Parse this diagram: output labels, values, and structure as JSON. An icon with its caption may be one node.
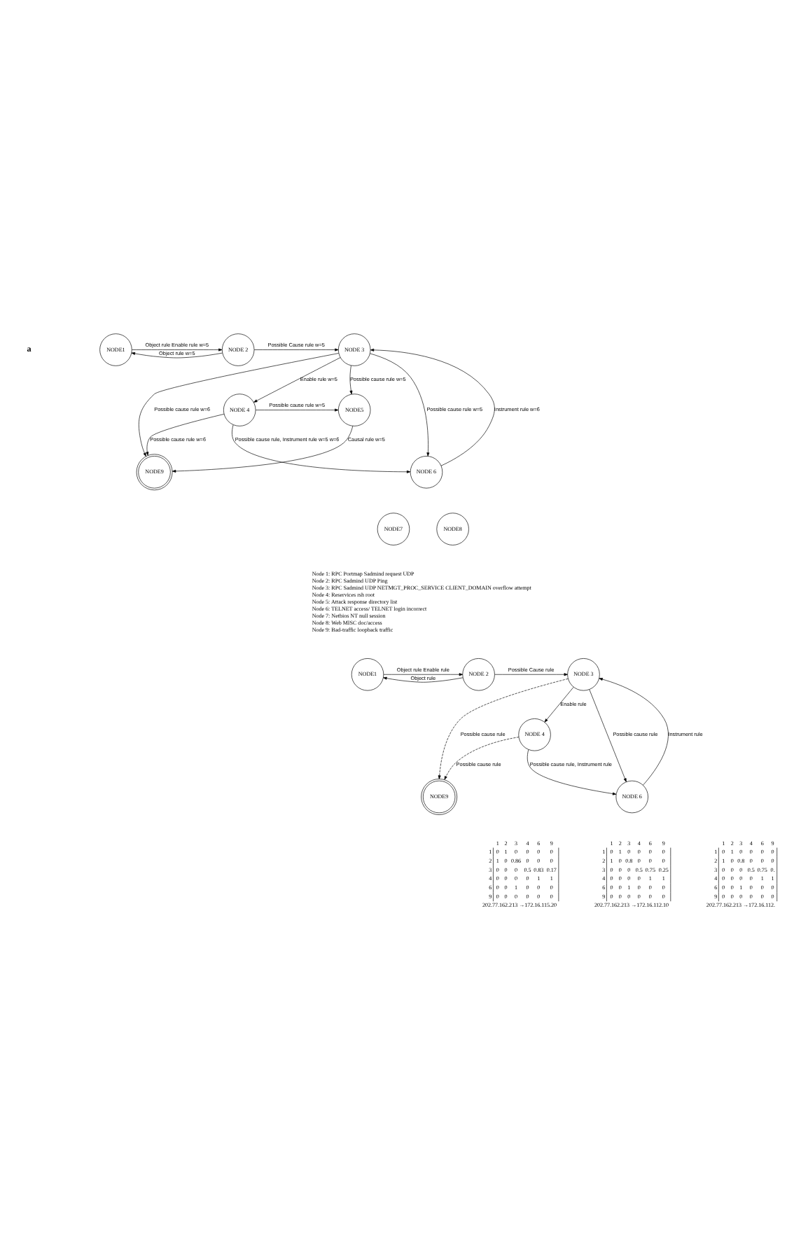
{
  "diagram": {
    "nodes": [
      {
        "text": [
          "NODE1"
        ]
      },
      {
        "text": [
          "NODE 2"
        ]
      },
      {
        "text": [
          "NODE 3"
        ]
      },
      {
        "text": [
          "NODE9"
        ]
      },
      {
        "text": [
          "NODE 4"
        ]
      },
      {
        "text": [
          "NODE5"
        ]
      },
      {
        "text": [
          "NODE 6"
        ]
      },
      {
        "text": [
          "NODE7"
        ]
      },
      {
        "text": [
          "NODE8"
        ]
      },
      {
        "text": [
          "NODE1"
        ]
      },
      {
        "text": [
          "NODE 2"
        ]
      },
      {
        "text": [
          "NODE 3"
        ]
      },
      {
        "text": [
          "NODE9"
        ]
      },
      {
        "text": [
          "NODE 4"
        ]
      },
      {
        "text": [
          "NODE 6"
        ]
      }
    ],
    "edges": [
      {
        "from": 1,
        "to": 0,
        "arrow": "to",
        "label": "Object rule w=5"
      },
      {
        "from": 0,
        "to": 1,
        "arrow": "to",
        "label": "Object rule Enable rule w=5"
      },
      {
        "from": 1,
        "to": 2,
        "arrow": "to",
        "label": "Possible Cause rule w=5"
      },
      {
        "from": 2,
        "to": 4,
        "arrow": "to",
        "label": "Enable rule w=5"
      },
      {
        "from": 2,
        "to": 3,
        "arrow": "to",
        "label": "Possible cause rule w=6"
      },
      {
        "from": 2,
        "to": 5,
        "arrow": "to",
        "label": "Possible cause rule w=5"
      },
      {
        "from": 2,
        "to": 6,
        "arrow": "to",
        "label": "Possible cause rule w=5"
      },
      {
        "from": 6,
        "to": 2,
        "arrow": "to",
        "label": "Instrument rule w=6"
      },
      {
        "from": 4,
        "to": 3,
        "arrow": "to",
        "label": "Possible cause rule w=6"
      },
      {
        "from": 5,
        "to": 3,
        "arrow": "to",
        "label": "Causal rule w=5"
      },
      {
        "from": 4,
        "to": 5,
        "arrow": "to",
        "label": "Possible cause rule w=5"
      },
      {
        "from": 4,
        "to": 6,
        "arrow": "to",
        "label": "Possible cause rule, Instrument rule w=5 w=6"
      },
      {
        "from": 10,
        "to": 9,
        "arrow": "to",
        "label": "Object rule"
      },
      {
        "from": 9,
        "to": 10,
        "arrow": "to",
        "label": "Object rule Enable rule"
      },
      {
        "from": 10,
        "to": 11,
        "arrow": "to",
        "label": "Possible Cause rule"
      },
      {
        "from": 11,
        "to": 13,
        "arrow": "to",
        "label": "Enable rule"
      },
      {
        "from": 11,
        "to": 12,
        "arrow": "to",
        "label": "Possible cause rule",
        "style": "dashed"
      },
      {
        "from": 13,
        "to": 12,
        "arrow": "to",
        "label": "Possible cause rule",
        "style": "dashed"
      },
      {
        "from": 11,
        "to": 14,
        "arrow": "to",
        "label": "Possible cause rule"
      },
      {
        "from": 14,
        "to": 11,
        "arrow": "to",
        "label": "Instrument rule"
      },
      {
        "from": 13,
        "to": 14,
        "arrow": "to",
        "label": "Possible cause rule, Instrument rule"
      }
    ],
    "labels": [
      "a",
      "Node 1: RPC Portmap Sadmind request UDP",
      "Node 2: RPC Sadmind UDP Ping",
      "Node 3: RPC Sadmind UDP NETMGT_PROC_SERVICE CLIENT_DOMAIN overflow attempt",
      "Node 4: Reservices rsh root",
      "Node 5: Attack response directory list",
      "Node 6: TELNET access/ TELNET login incorrect",
      "Node 7: Netbios NT null session",
      "Node 8: Web MISC doc/access",
      "Node 9: Bad-traffic loopback traffic",
      "1",
      "2",
      "3",
      "4",
      "6",
      "9",
      "1",
      "0",
      "1",
      "0",
      "0",
      "0",
      "0",
      "2",
      "1",
      "0",
      "0.86",
      "0",
      "0",
      "0",
      "3",
      "0",
      "0",
      "0",
      "0.5",
      "0.83",
      "0.17",
      "4",
      "0",
      "0",
      "0",
      "0",
      "1",
      "1",
      "6",
      "0",
      "0",
      "1",
      "0",
      "0",
      "0",
      "9",
      "0",
      "0",
      "0",
      "0",
      "0",
      "0",
      "202.77.162.213 →172.16.115.20",
      "1",
      "2",
      "3",
      "4",
      "6",
      "9",
      "1",
      "0",
      "1",
      "0",
      "0",
      "0",
      "0",
      "2",
      "1",
      "0",
      "0.8",
      "0",
      "0",
      "0",
      "3",
      "0",
      "0",
      "0",
      "0.5",
      "0.75",
      "0.25",
      "4",
      "0",
      "0",
      "0",
      "0",
      "1",
      "1",
      "6",
      "0",
      "0",
      "1",
      "0",
      "0",
      "0",
      "9",
      "0",
      "0",
      "0",
      "0",
      "0",
      "0",
      "202.77.162.213 →172.16.112.10",
      "1",
      "2",
      "3",
      "4",
      "6",
      "9",
      "1",
      "0",
      "1",
      "0",
      "0",
      "0",
      "0",
      "2",
      "1",
      "0",
      "0.8",
      "0",
      "0",
      "0",
      "3",
      "0",
      "0",
      "0",
      "0.5",
      "0.75",
      "0.",
      "4",
      "0",
      "0",
      "0",
      "0",
      "1",
      "1",
      "6",
      "0",
      "0",
      "1",
      "0",
      "0",
      "0",
      "9",
      "0",
      "0",
      "0",
      "0",
      "0",
      "0",
      "202.77.162.213 →172.16.112."
    ]
  }
}
